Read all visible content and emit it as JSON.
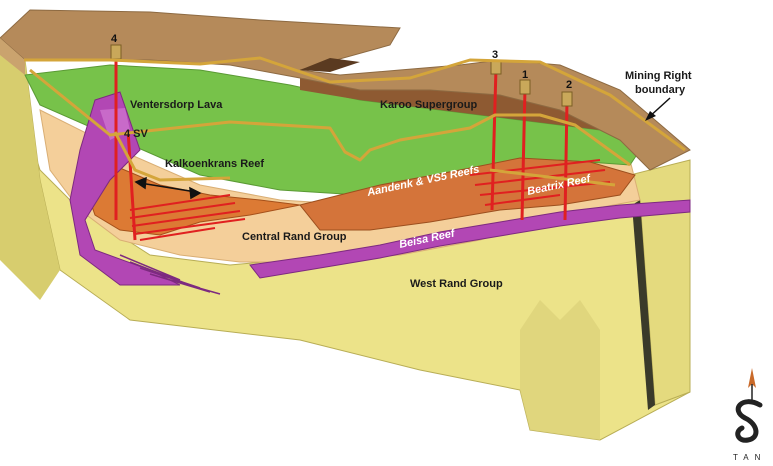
{
  "labels": {
    "ventersdorp": "Ventersdorp Lava",
    "karoo": "Karoo Supergroup",
    "kalkoenkrans": "Kalkoenkrans Reef",
    "aandenk": "Aandenk & VS5 Reefs",
    "beatrix": "Beatrix Reef",
    "central_rand": "Central Rand Group",
    "beisa": "Beisa Reef",
    "west_rand": "West Rand Group",
    "mining_right_1": "Mining Right",
    "mining_right_2": "boundary"
  },
  "shafts": {
    "s4": "4",
    "s4sv": "4 SV",
    "s3": "3",
    "s1": "1",
    "s2": "2"
  },
  "logo": {
    "text": "TAN"
  },
  "colors": {
    "surface": "#b58a5a",
    "karoo": "#8e5a32",
    "lava": "#77c24a",
    "central_rand": "#f4cf9a",
    "west_rand": "#ece389",
    "reef_orange": "#dc7a34",
    "reef_purple": "#b247b4",
    "shaft_red": "#e02020",
    "boundary_gold": "#d4a53a"
  }
}
